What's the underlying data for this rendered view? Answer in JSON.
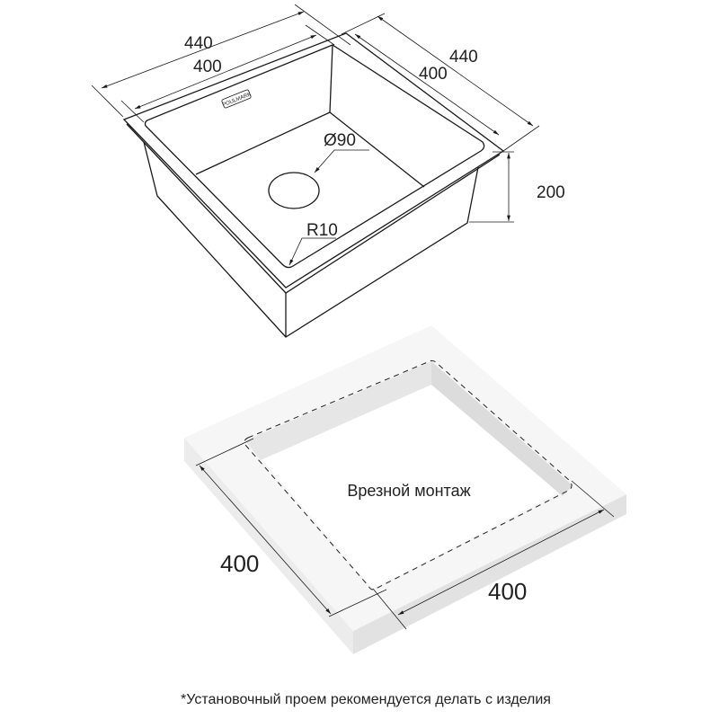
{
  "sink": {
    "brand_logo": "POULMARK",
    "width_outer": "440",
    "width_inner": "400",
    "depth_outer": "440",
    "depth_inner": "400",
    "height": "200",
    "drain_diameter": "Ø90",
    "corner_radius": "R10"
  },
  "cutout": {
    "label": "Врезной монтаж",
    "side_left": "400",
    "side_right": "400"
  },
  "footnote": "*Установочный проем рекомендуется делать с изделия",
  "colors": {
    "line": "#1a1a1a",
    "countertop_top": "#f6f6f6",
    "countertop_side": "#e6e6e6",
    "hole_wall": "#e2e2e2"
  }
}
